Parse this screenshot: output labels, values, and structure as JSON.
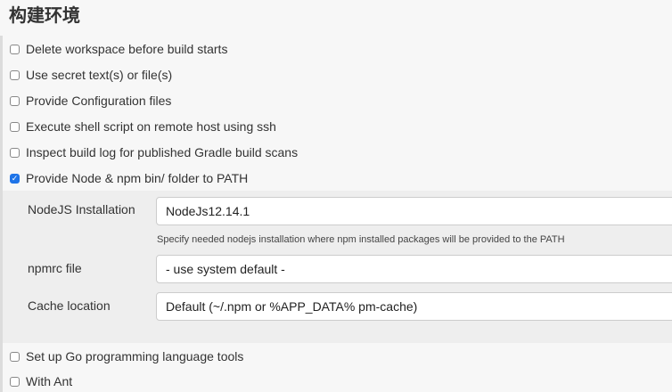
{
  "title": "构建环境",
  "options": [
    {
      "label": "Delete workspace before build starts",
      "checked": false
    },
    {
      "label": "Use secret text(s) or file(s)",
      "checked": false
    },
    {
      "label": "Provide Configuration files",
      "checked": false
    },
    {
      "label": "Execute shell script on remote host using ssh",
      "checked": false
    },
    {
      "label": "Inspect build log for published Gradle build scans",
      "checked": false
    },
    {
      "label": "Provide Node & npm bin/ folder to PATH",
      "checked": true
    },
    {
      "label": "Set up Go programming language tools",
      "checked": false
    },
    {
      "label": "With Ant",
      "checked": false
    }
  ],
  "node": {
    "installation_label": "NodeJS Installation",
    "installation_value": "NodeJs12.14.1",
    "installation_help": "Specify needed nodejs installation where npm installed packages will be provided to the PATH",
    "npmrc_label": "npmrc file",
    "npmrc_value": "- use system default -",
    "cache_label": "Cache location",
    "cache_value": "Default (~/.npm or %APP_DATA% pm-cache)"
  },
  "colors": {
    "checkbox_checked": "#1f74e8",
    "nested_bg": "#eeeeee",
    "page_bg": "#f7f7f7"
  }
}
